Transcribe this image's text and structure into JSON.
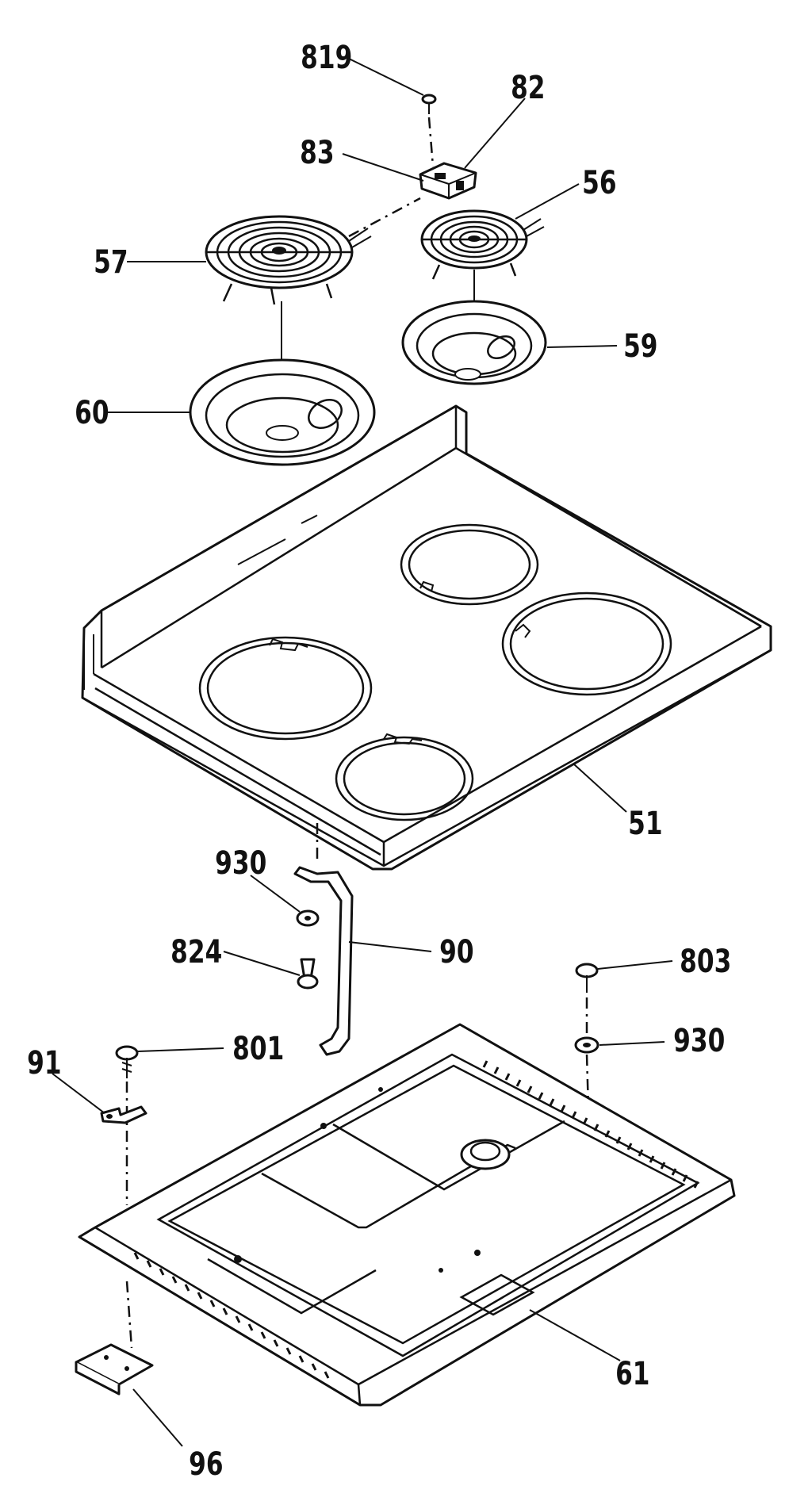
{
  "labels": {
    "p819": "819",
    "p82": "82",
    "p83": "83",
    "p56": "56",
    "p57": "57",
    "p59": "59",
    "p60": "60",
    "p51": "51",
    "p930a": "930",
    "p824": "824",
    "p90": "90",
    "p803": "803",
    "p930b": "930",
    "p91": "91",
    "p801": "801",
    "p61": "61",
    "p96": "96"
  },
  "colors": {
    "ink": "#111111",
    "background": "#ffffff"
  }
}
